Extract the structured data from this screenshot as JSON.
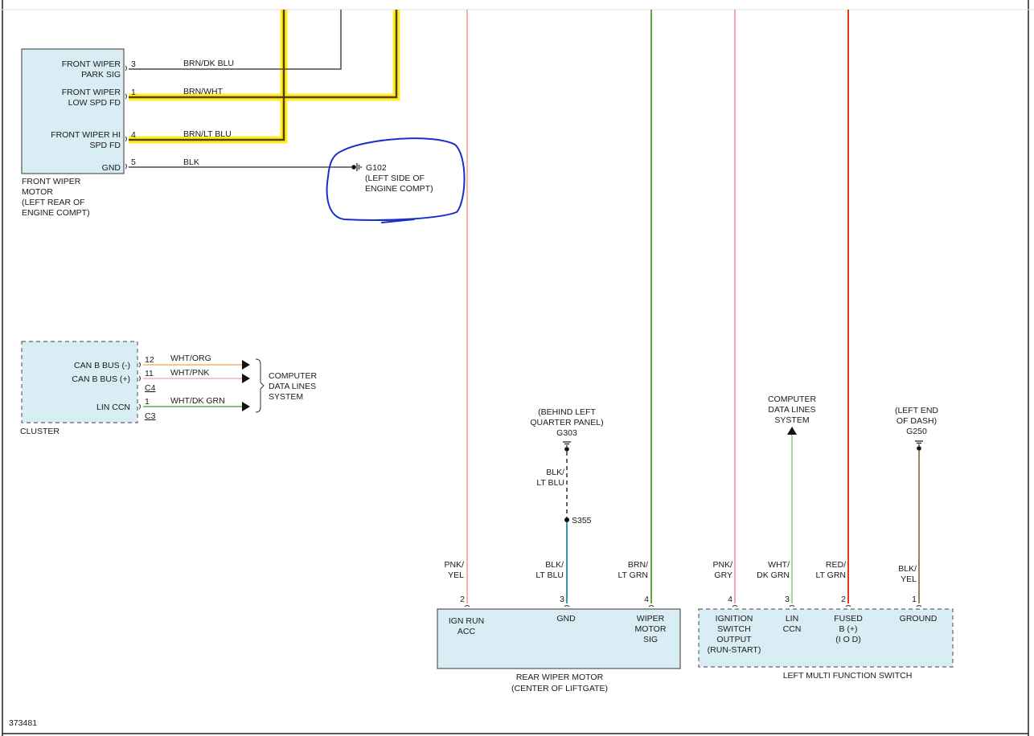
{
  "diagram_id": "373481",
  "front_wiper_motor": {
    "title": [
      "FRONT WIPER",
      "MOTOR",
      "(LEFT REAR OF",
      "ENGINE COMPT)"
    ],
    "pins": [
      {
        "num": "3",
        "label": [
          "FRONT WIPER",
          "PARK SIG"
        ],
        "wire": "BRN/DK BLU"
      },
      {
        "num": "1",
        "label": [
          "FRONT WIPER",
          "LOW SPD FD"
        ],
        "wire": "BRN/WHT"
      },
      {
        "num": "4",
        "label": [
          "FRONT WIPER HI",
          "SPD FD"
        ],
        "wire": "BRN/LT BLU"
      },
      {
        "num": "5",
        "label": [
          "GND"
        ],
        "wire": "BLK"
      }
    ]
  },
  "ground_g102": {
    "id": "G102",
    "location": [
      "(LEFT SIDE OF",
      "ENGINE COMPT)"
    ]
  },
  "cluster": {
    "title": "CLUSTER",
    "pins": [
      {
        "num": "12",
        "label": "CAN B BUS (-)",
        "wire": "WHT/ORG"
      },
      {
        "num": "11",
        "label": "CAN B BUS (+)",
        "wire": "WHT/PNK"
      },
      {
        "num": "1",
        "label": "LIN CCN",
        "wire": "WHT/DK GRN"
      }
    ],
    "connectors": [
      "C4",
      "C3"
    ],
    "data_system": [
      "COMPUTER",
      "DATA LINES",
      "SYSTEM"
    ]
  },
  "ground_g303": {
    "location": [
      "(BEHIND LEFT",
      "QUARTER PANEL)"
    ],
    "id": "G303",
    "wire": [
      "BLK/",
      "LT BLU"
    ]
  },
  "splice": {
    "id": "S355"
  },
  "rear_wiper_motor": {
    "title": [
      "REAR WIPER MOTOR",
      "(CENTER OF LIFTGATE)"
    ],
    "pins": [
      {
        "num": "2",
        "label": [
          "IGN RUN",
          "ACC"
        ],
        "wire": [
          "PNK/",
          "YEL"
        ]
      },
      {
        "num": "3",
        "label": [
          "GND"
        ],
        "wire": [
          "BLK/",
          "LT BLU"
        ]
      },
      {
        "num": "4",
        "label": [
          "WIPER",
          "MOTOR",
          "SIG"
        ],
        "wire": [
          "BRN/",
          "LT GRN"
        ]
      }
    ]
  },
  "left_multifunction_switch": {
    "title": "LEFT MULTI FUNCTION SWITCH",
    "pins": [
      {
        "num": "4",
        "label": [
          "IGNITION",
          "SWITCH",
          "OUTPUT",
          "(RUN-START)"
        ],
        "wire": [
          "PNK/",
          "GRY"
        ]
      },
      {
        "num": "3",
        "label": [
          "LIN",
          "CCN"
        ],
        "wire": [
          "WHT/",
          "DK GRN"
        ]
      },
      {
        "num": "2",
        "label": [
          "FUSED",
          "B (+)",
          "(I O D)"
        ],
        "wire": [
          "RED/",
          "LT GRN"
        ]
      },
      {
        "num": "1",
        "label": [
          "GROUND"
        ],
        "wire": [
          "BLK/",
          "YEL"
        ]
      }
    ],
    "data_system": [
      "COMPUTER",
      "DATA LINES",
      "SYSTEM"
    ]
  },
  "ground_g250": {
    "location": [
      "(LEFT END",
      "OF DASH)"
    ],
    "id": "G250"
  },
  "colors": {
    "box_fill": "#d9edf5",
    "highlight": "#ffee22",
    "annotation": "#1a2fc8",
    "wire_pnk_yel": "#f2a090",
    "wire_brn_ltgrn": "#4a9a2a",
    "wire_pnk_gry": "#e890b0",
    "wire_red_ltgrn": "#e03818",
    "wire_wht_dkgrn": "#a8d4a8",
    "wire_blk_yel": "#8a7a40",
    "wire_blk_ltblu": "#2a8aa0",
    "wire_wht_org": "#f5b070",
    "wire_wht_pnk": "#f0b0c8"
  }
}
